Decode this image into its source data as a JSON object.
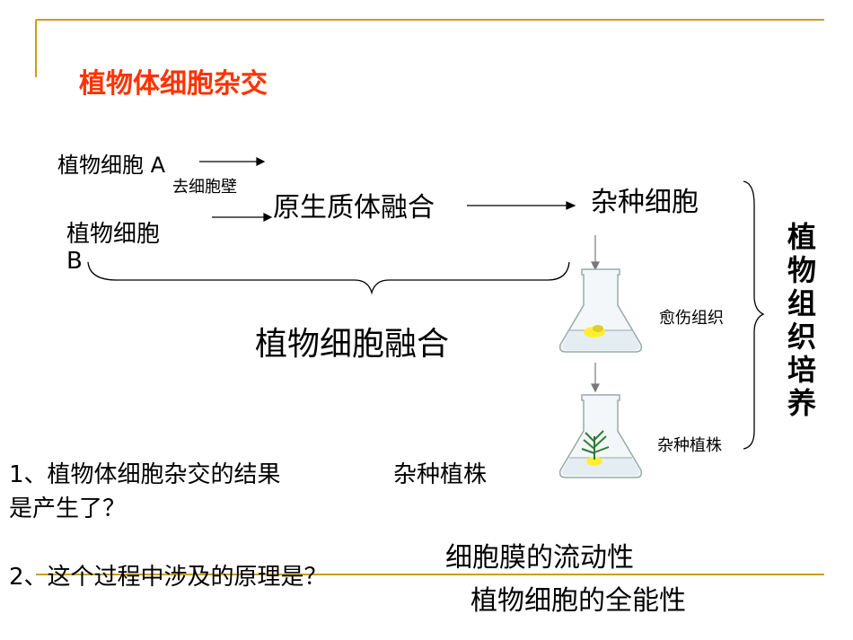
{
  "slide": {
    "title": "植物体细胞杂交",
    "accent_color": "#c8a020",
    "title_color": "#ff3300"
  },
  "diagram": {
    "cell_a": "植物细胞 A",
    "cell_b_line1": "植物细胞",
    "cell_b_line2": "B",
    "remove_wall": "去细胞壁",
    "fusion": "原生质体融合",
    "hybrid_cell": "杂种细胞",
    "callus": "愈伤组织",
    "hybrid_plant_label": "杂种植株",
    "cell_fusion_label": "植物细胞融合",
    "tissue_culture_label": "植物组织培养"
  },
  "questions": {
    "q1_line1": "1、植物体细胞杂交的结果",
    "q1_answer": "杂种植株",
    "q1_line2": "是产生了？",
    "q2": "2、这个过程中涉及的原理是？",
    "a2_line1": "细胞膜的流动性",
    "a2_line2": "植物细胞的全能性"
  }
}
